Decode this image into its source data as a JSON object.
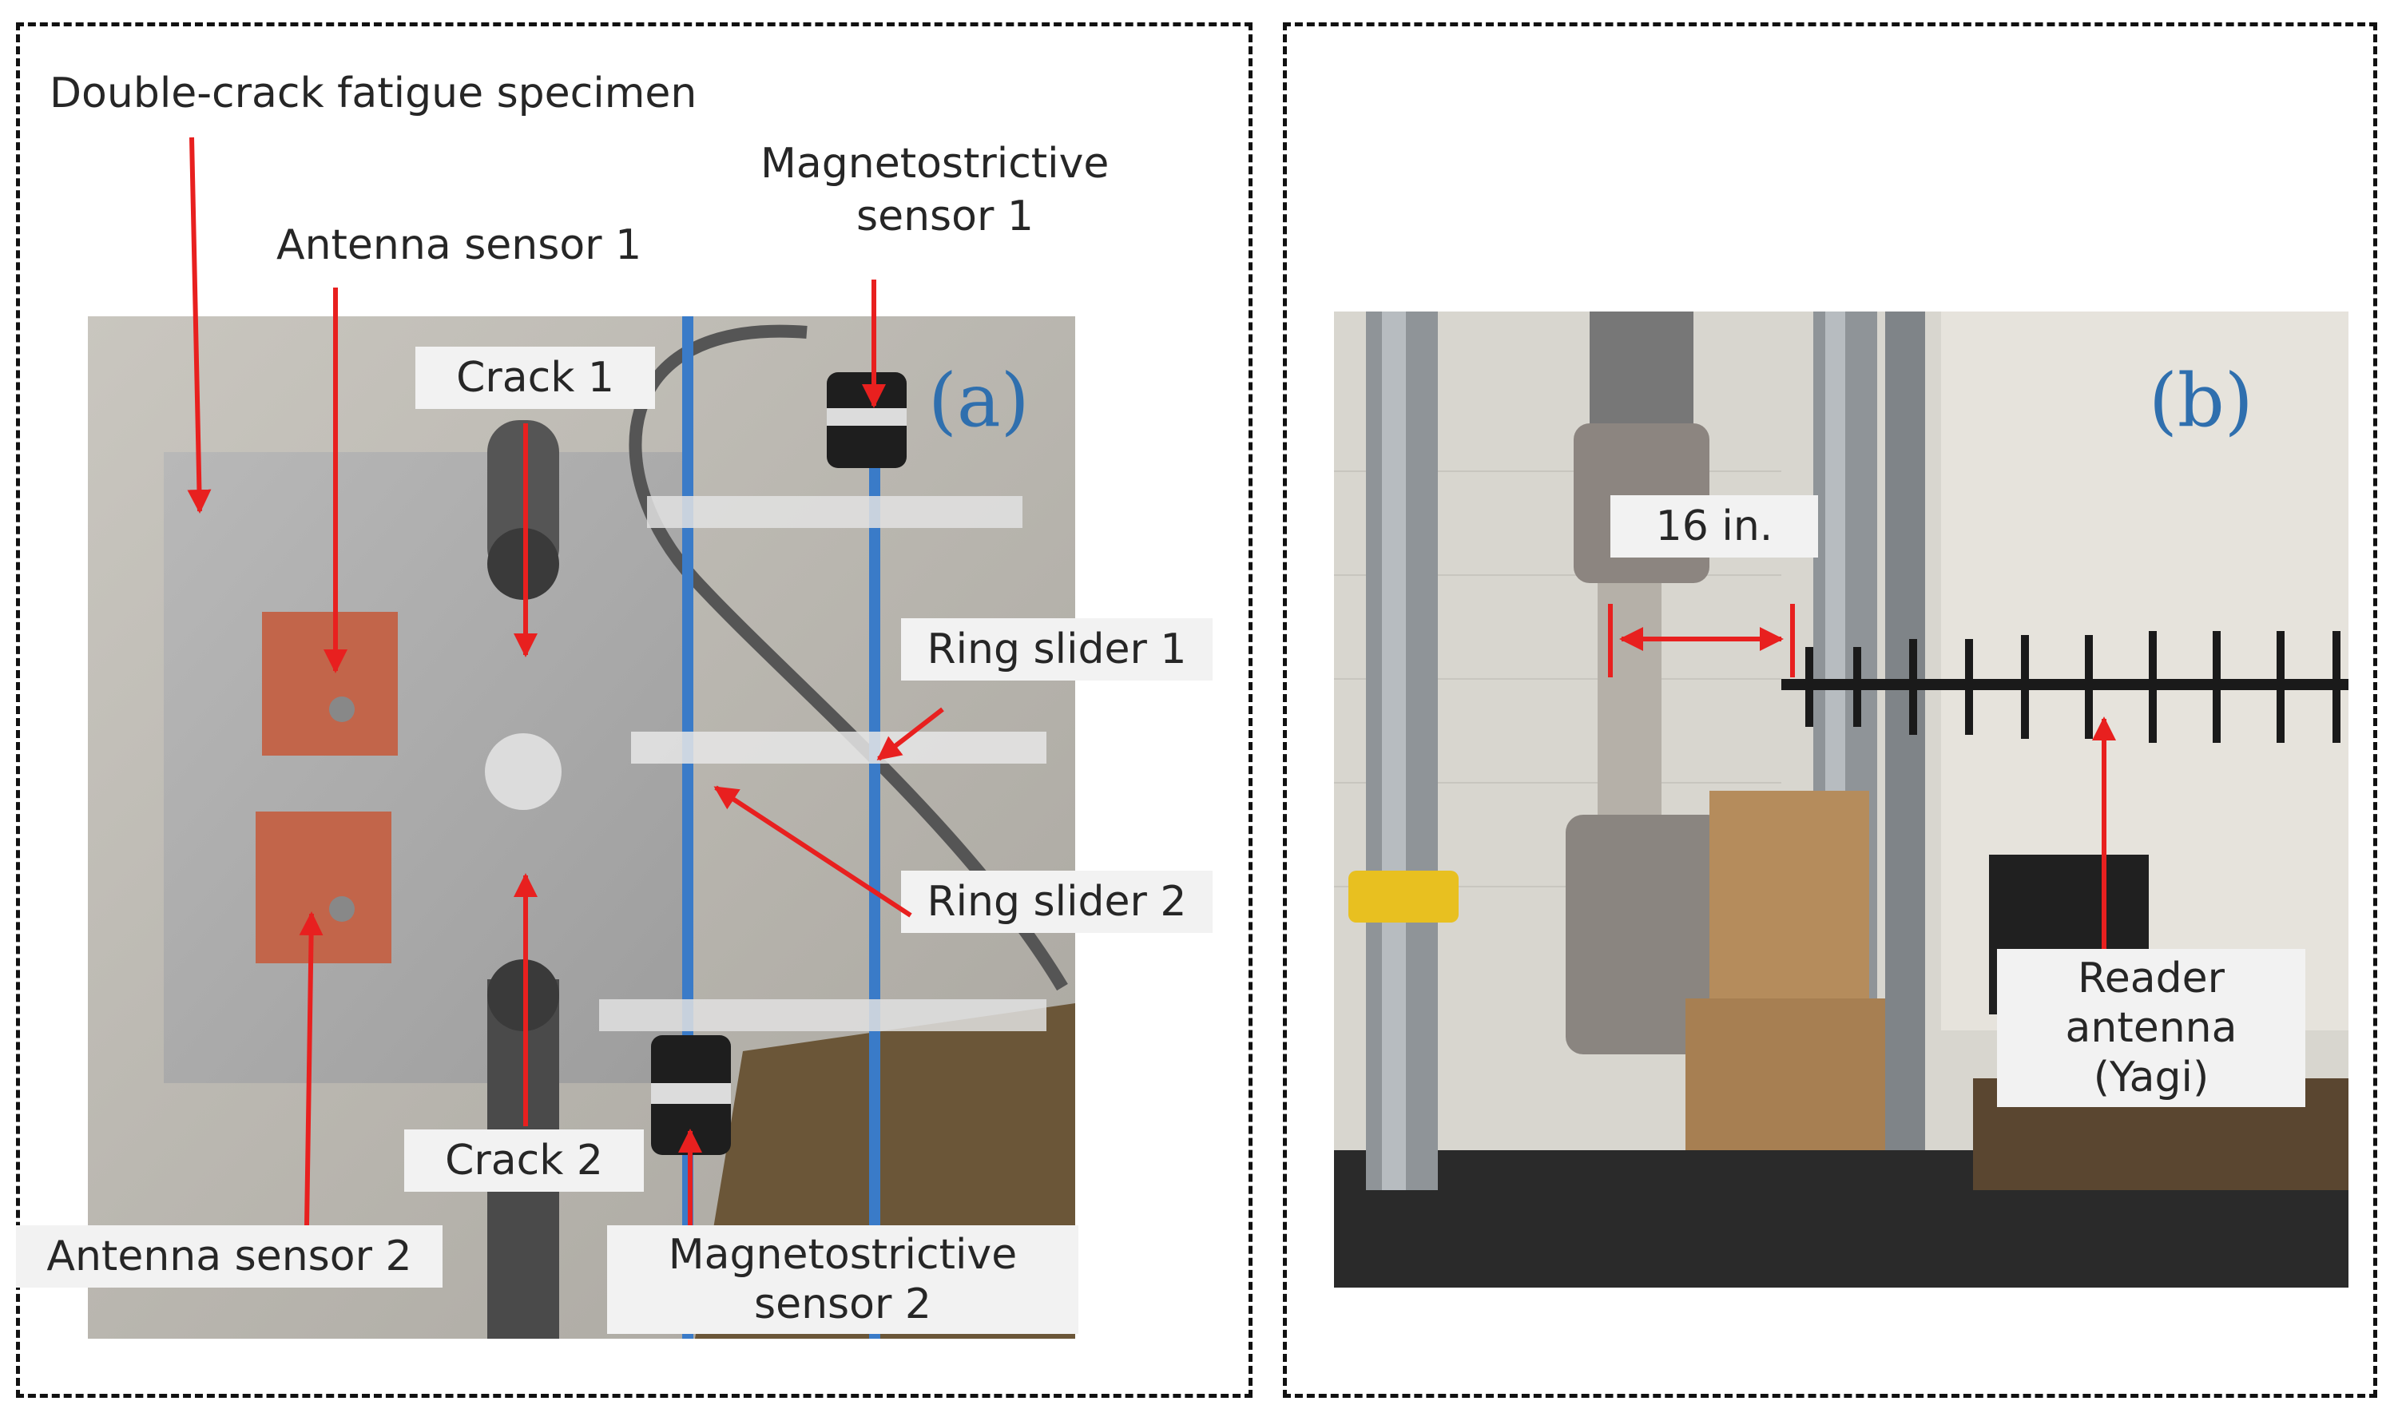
{
  "panel_a": {
    "letter": "(a)",
    "labels": {
      "specimen": "Double-crack fatigue specimen",
      "antenna1": "Antenna sensor 1",
      "mag1_line1": "Magnetostrictive",
      "mag1_line2": "sensor 1",
      "crack1": "Crack 1",
      "ring1": "Ring slider 1",
      "ring2": "Ring slider 2",
      "crack2": "Crack 2",
      "antenna2": "Antenna sensor 2",
      "mag2_line1": "Magnetostrictive",
      "mag2_line2": "sensor 2"
    }
  },
  "panel_b": {
    "letter": "(b)",
    "labels": {
      "distance": "16 in.",
      "reader_line1": "Reader",
      "reader_line2": "antenna (Yagi)"
    }
  },
  "colors": {
    "arrow": "#e8201f",
    "letter": "#2f6fae",
    "frame": "#111111"
  }
}
